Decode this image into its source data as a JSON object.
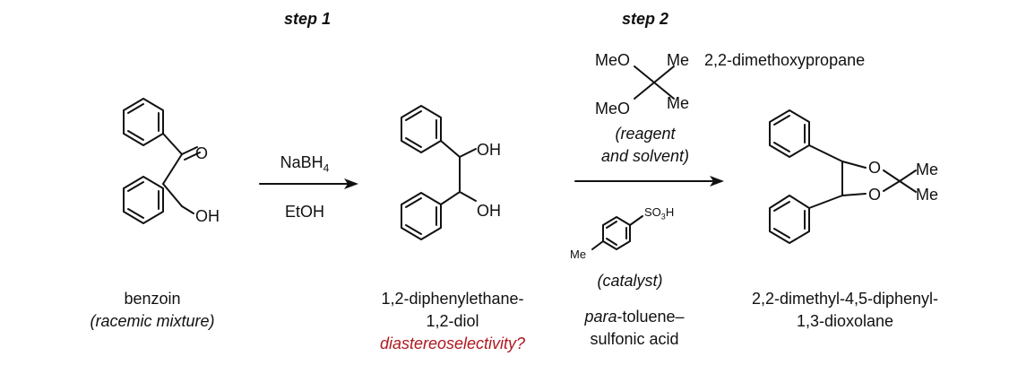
{
  "steps": {
    "step1": "step 1",
    "step2": "step 2"
  },
  "benzoin": {
    "atoms": {
      "o": "O",
      "oh": "OH"
    },
    "name": "benzoin",
    "note": "(racemic mixture)"
  },
  "step1_reagents": {
    "reductant": "NaBH",
    "reductant_sub": "4",
    "solvent": "EtOH"
  },
  "diol": {
    "atoms": {
      "oh1": "OH",
      "oh2": "OH"
    },
    "name_line1": "1,2-diphenylethane-",
    "name_line2": "1,2-diol",
    "question": "diastereoselectivity?"
  },
  "dmp": {
    "atoms": {
      "meo_top": "MeO",
      "me_top": "Me",
      "meo_bottom": "MeO",
      "me_bottom": "Me"
    },
    "name": "2,2-dimethoxypropane",
    "role_line1": "(reagent",
    "role_line2": "and solvent)"
  },
  "ptsa": {
    "atoms": {
      "so3h": "SO",
      "so3h_sub": "3",
      "so3h_end": "H",
      "me": "Me"
    },
    "role": "(catalyst)",
    "name_prefix": "para",
    "name_line1_rest": "-toluene–",
    "name_line2": "sulfonic acid"
  },
  "product": {
    "atoms": {
      "o1": "O",
      "o2": "O",
      "me1": "Me",
      "me2": "Me"
    },
    "name_line1": "2,2-dimethyl-4,5-diphenyl-",
    "name_line2": "1,3-dioxolane"
  },
  "colors": {
    "ink": "#111111",
    "question": "#b0171f"
  }
}
